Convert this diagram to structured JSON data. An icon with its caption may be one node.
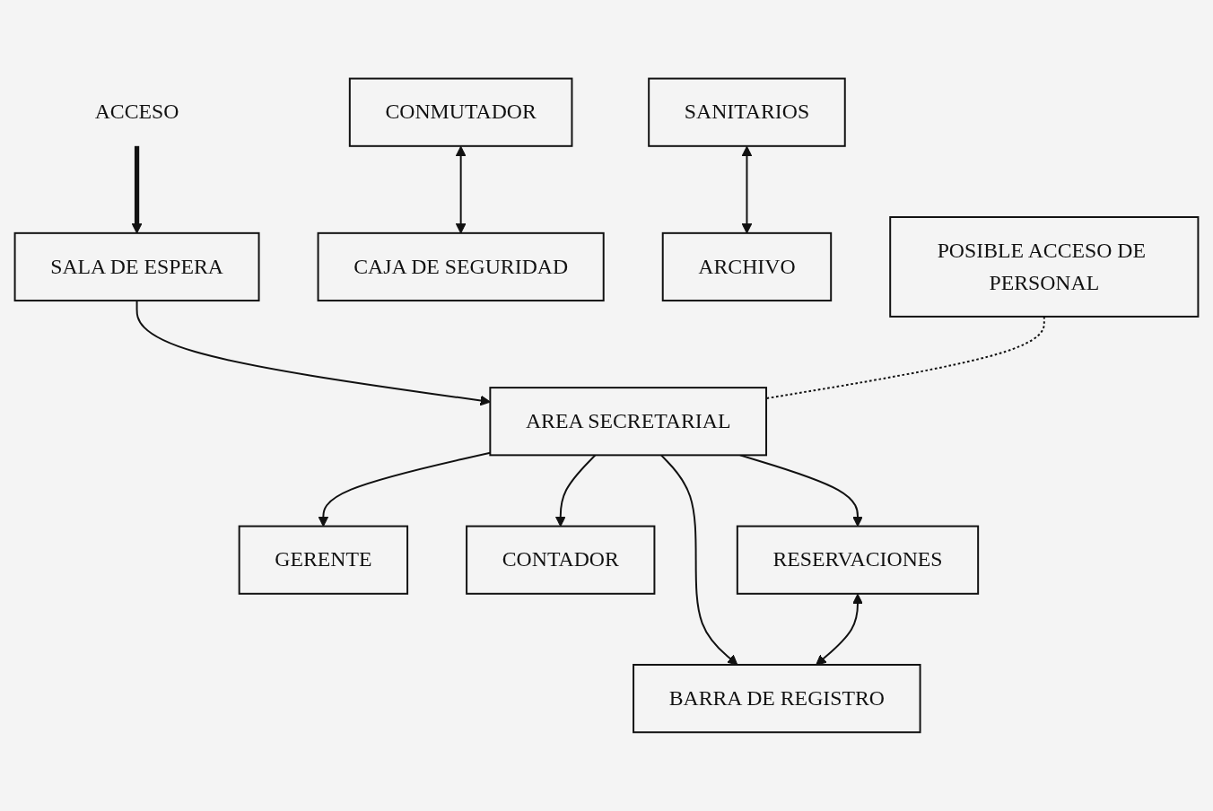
{
  "diagram": {
    "nodes": [
      {
        "text": [
          "ACCESO"
        ]
      },
      {
        "text": [
          "BARRA DE REGISTRO"
        ]
      },
      {
        "text": [
          "SALA DE ESPERA"
        ]
      },
      {
        "text": [
          "CONMUTADOR"
        ]
      },
      {
        "text": [
          "CAJA DE SEGURIDAD"
        ]
      },
      {
        "text": [
          "AREA SECRETARIAL"
        ]
      },
      {
        "text": [
          "SANITARIOS"
        ]
      },
      {
        "text": [
          "ARCHIVO"
        ]
      },
      {
        "text": [
          "GERENTE"
        ]
      },
      {
        "text": [
          "CONTADOR"
        ]
      },
      {
        "text": [
          "RESERVACIONES"
        ]
      },
      {
        "text": [
          "POSIBLE ACCESO DE PERSONAL"
        ]
      }
    ],
    "edges": [
      {
        "from": 0,
        "to": 2,
        "arrow": "to",
        "style": "thick"
      },
      {
        "from": 2,
        "to": 5,
        "arrow": "to"
      },
      {
        "from": 5,
        "to": 8,
        "arrow": "to"
      },
      {
        "from": 5,
        "to": 9,
        "arrow": "to"
      },
      {
        "from": 5,
        "to": 10,
        "arrow": "to"
      },
      {
        "from": 5,
        "to": 1,
        "arrow": "to"
      },
      {
        "from": 10,
        "to": 1,
        "arrow": "both"
      },
      {
        "from": 3,
        "to": 4,
        "arrow": "both"
      },
      {
        "from": 6,
        "to": 7,
        "arrow": "both"
      },
      {
        "from": 11,
        "to": 5,
        "arrow": "none",
        "style": "dashed"
      }
    ]
  }
}
